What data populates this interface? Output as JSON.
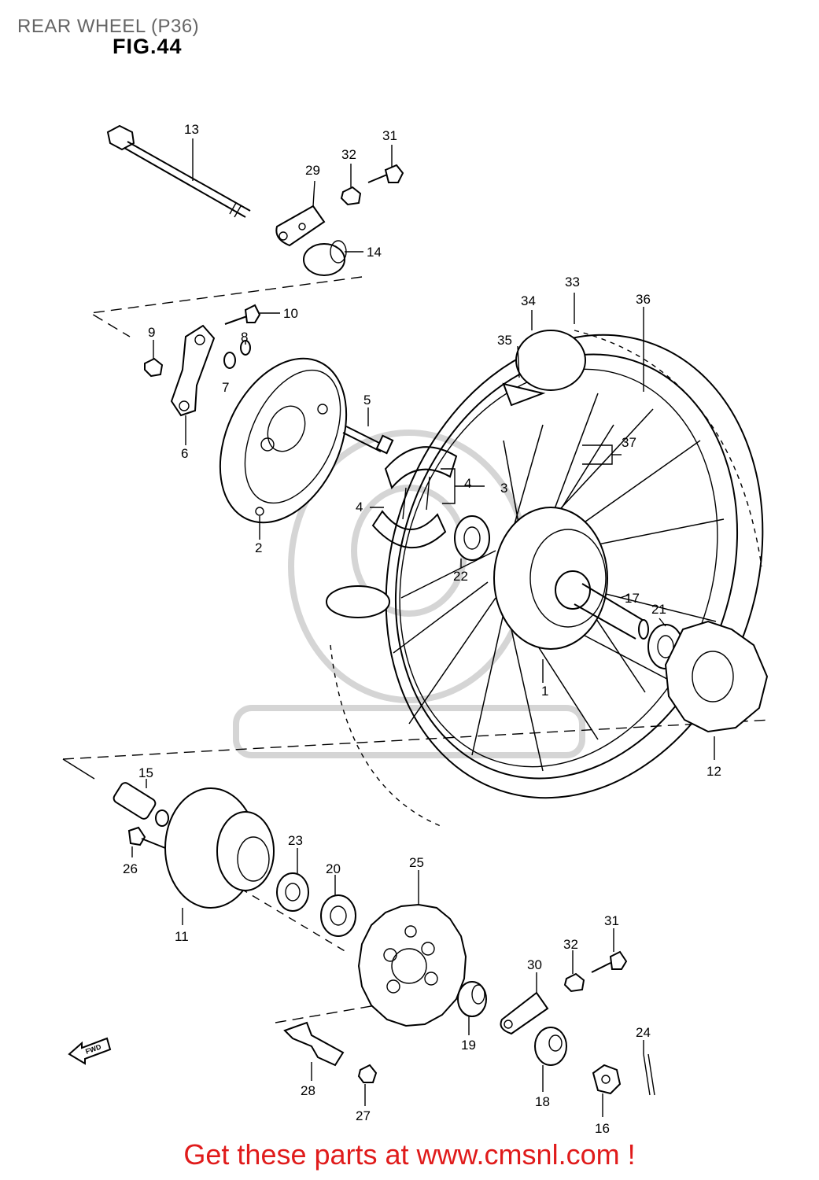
{
  "header": {
    "caption": "REAR WHEEL (P36)",
    "figure": "FIG.44"
  },
  "footer": {
    "promo": "Get these parts at www.cmsnl.com !"
  },
  "direction_marker": "FWD",
  "callouts": {
    "c1": "1",
    "c2": "2",
    "c3": "3",
    "c4a": "4",
    "c4b": "4",
    "c5": "5",
    "c6": "6",
    "c7": "7",
    "c8": "8",
    "c9": "9",
    "c10": "10",
    "c11": "11",
    "c12": "12",
    "c13": "13",
    "c14": "14",
    "c15": "15",
    "c16": "16",
    "c17": "17",
    "c18": "18",
    "c19": "19",
    "c20": "20",
    "c21": "21",
    "c22": "22",
    "c23": "23",
    "c24": "24",
    "c25": "25",
    "c26": "26",
    "c27": "27",
    "c28": "28",
    "c29": "29",
    "c30": "30",
    "c31a": "31",
    "c31b": "31",
    "c32a": "32",
    "c32b": "32",
    "c33": "33",
    "c34": "34",
    "c35": "35",
    "c36": "36",
    "c37": "37"
  }
}
